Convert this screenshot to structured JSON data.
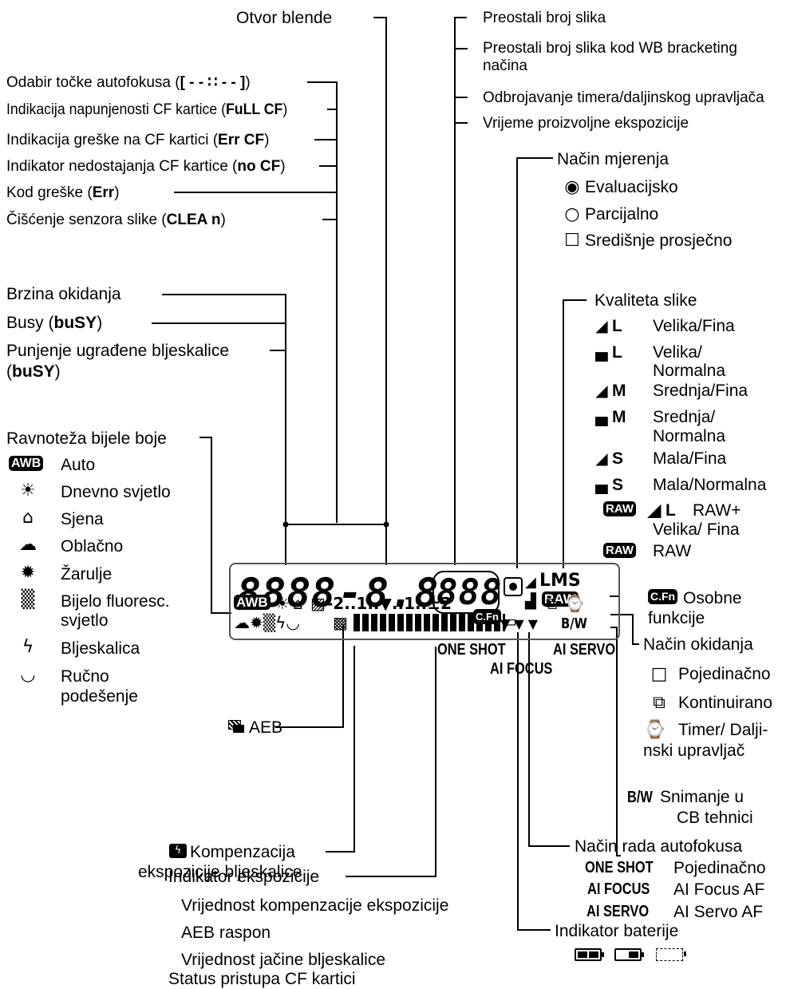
{
  "lcd": {
    "shutter_digits": "8888",
    "dash": "-",
    "aperture_digits": "8.8",
    "shots_digits": "888",
    "quality_letters": "LMS",
    "raw_badge": "RAW",
    "awb_badge": "AWB",
    "cfn_badge": "C.Fn",
    "scale": "-2..1..▼..1..±2",
    "bw": "B/W",
    "triangles": "▼ ▼ ▼",
    "af_one_shot": "ONE SHOT",
    "af_ai_servo": "AI SERVO",
    "af_ai_focus": "AI FOCUS"
  },
  "top": {
    "otvor_blende": "Otvor blende",
    "preostali": "Preostali broj slika",
    "preostali_wb_1": "Preostali broj slika kod WB bracketing",
    "preostali_wb_2": "načina",
    "odbrojavanje": "Odbrojavanje timera/daljinskog upravljača",
    "vrijeme": "Vrijeme proizvoljne ekspozicije"
  },
  "left_top": {
    "af_point_prefix": "Odabir točke autofokusa (",
    "af_point_code": "[ - - ∷ - - ]",
    "af_point_suffix": ")",
    "full_prefix": "Indikacija napunjenosti CF kartice (",
    "full_code": "FuLL CF",
    "full_suffix": ")",
    "err_prefix": "Indikacija greške na CF kartici (",
    "err_code": "Err CF",
    "err_suffix": ")",
    "nocf_prefix": "Indikator nedostajanja CF kartice (",
    "nocf_code": "no CF",
    "nocf_suffix": ")",
    "kod_prefix": "Kod greške (",
    "kod_code": "Err",
    "kod_suffix": ")",
    "clean_prefix": "Čišćenje senzora slike (",
    "clean_code": "CLEA n",
    "clean_suffix": ")"
  },
  "left_mid": {
    "brzina": "Brzina okidanja",
    "busy_prefix": "Busy (",
    "busy_code": "buSY",
    "busy_suffix": ")",
    "punjenje": "Punjenje ugrađene bljeskalice",
    "punjenje2_prefix": "(",
    "punjenje2_code": "buSY",
    "punjenje2_suffix": ")"
  },
  "white_balance": {
    "title": "Ravnoteža bijele boje",
    "items": [
      {
        "icon": "AWB",
        "label": "Auto"
      },
      {
        "icon": "☀",
        "label": "Dnevno svjetlo"
      },
      {
        "icon": "⌂",
        "label": "Sjena"
      },
      {
        "icon": "☁",
        "label": "Oblačno"
      },
      {
        "icon": "✹",
        "label": "Žarulje"
      },
      {
        "icon": "▒",
        "label": "Bijelo fluoresc.",
        "label2": "svjetlo"
      },
      {
        "icon": "ϟ",
        "label": "Bljeskalica"
      },
      {
        "icon": "◡",
        "label": "Ručno",
        "label2": "podešenje"
      }
    ]
  },
  "metering": {
    "title": "Način mjerenja",
    "items": [
      {
        "icon": "◉",
        "label": "Evaluacijsko"
      },
      {
        "icon": "○",
        "label": "Parcijalno"
      },
      {
        "icon": "☐",
        "label": "Središnje prosječno"
      }
    ]
  },
  "quality": {
    "title": "Kvaliteta slike",
    "items": [
      {
        "icon": "◢",
        "size": "L",
        "label": "Velika/Fina"
      },
      {
        "icon": "▄",
        "size": "L",
        "label": "Velika/",
        "label2": "Normalna"
      },
      {
        "icon": "◢",
        "size": "M",
        "label": "Srednja/Fina"
      },
      {
        "icon": "▄",
        "size": "M",
        "label": "Srednja/",
        "label2": "Normalna"
      },
      {
        "icon": "◢",
        "size": "S",
        "label": "Mala/Fina"
      },
      {
        "icon": "▄",
        "size": "S",
        "label": "Mala/Normalna"
      },
      {
        "icon": "RAW",
        "size": "◢ L",
        "label": "RAW+",
        "label2": "Velika/ Fina"
      },
      {
        "icon": "RAW",
        "size": "",
        "label": "RAW"
      }
    ]
  },
  "cfn": {
    "badge": "C.Fn",
    "label": "Osobne",
    "label2": "funkcije"
  },
  "drive": {
    "title": "Način okidanja",
    "items": [
      {
        "icon": "□",
        "label": "Pojedinačno"
      },
      {
        "icon": "⧉",
        "label": "Kontinuirano"
      },
      {
        "icon": "⌚",
        "label": "Timer/ Dalji-",
        "label2": "nski upravljač"
      }
    ]
  },
  "bw": {
    "code": "B/W",
    "label": "Snimanje u",
    "label2": "CB tehnici"
  },
  "af_mode": {
    "title": "Način rada autofokusa",
    "items": [
      {
        "code": "ONE SHOT",
        "label": "Pojedinačno"
      },
      {
        "code": "AI FOCUS",
        "label": "AI Focus AF"
      },
      {
        "code": "AI SERVO",
        "label": "AI Servo AF"
      }
    ]
  },
  "battery": {
    "title": "Indikator baterije"
  },
  "aeb": {
    "label": "AEB"
  },
  "flash_comp": {
    "label": "Kompenzacija",
    "label2": "ekspozicije bljeskalice"
  },
  "exposure": {
    "title": "Indikator ekspozicije",
    "items": [
      "Vrijednost kompenzacije ekspozicije",
      "AEB raspon",
      "Vrijednost jačine bljeskalice"
    ],
    "status": "Status pristupa CF kartici"
  }
}
